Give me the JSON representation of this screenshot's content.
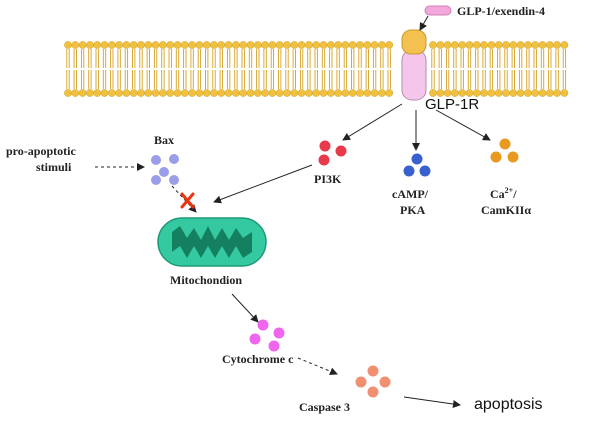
{
  "labels": {
    "ligand": "GLP-1/exendin-4",
    "receptor": "GLP-1R",
    "pro_apoptotic_line1": "pro-apoptotic",
    "pro_apoptotic_line2": "stimuli",
    "bax": "Bax",
    "pi3k": "PI3K",
    "camp_line1": "cAMP/",
    "camp_line2": "PKA",
    "ca_base": "Ca",
    "ca_sup": "2+",
    "ca_tail": "/",
    "camk": "CamKIIα",
    "mitochondrion": "Mitochondion",
    "cytochrome": "Cytochrome c",
    "caspase": "Caspase 3",
    "apoptosis": "apoptosis"
  },
  "colors": {
    "membrane_head": "#f0c040",
    "membrane_tail": "#d4a020",
    "receptor_top": "#f4c050",
    "receptor_body": "#f4c6ec",
    "ligand": "#f3a8dc",
    "bax": "#9a9ee8",
    "pi3k": "#e83a4a",
    "camp": "#3a60d0",
    "ca": "#e89a20",
    "mito_outer": "#34c9a0",
    "mito_inner": "#158060",
    "cytochrome": "#ee66ee",
    "caspase": "#f09070",
    "block_x": "#ee3311"
  }
}
